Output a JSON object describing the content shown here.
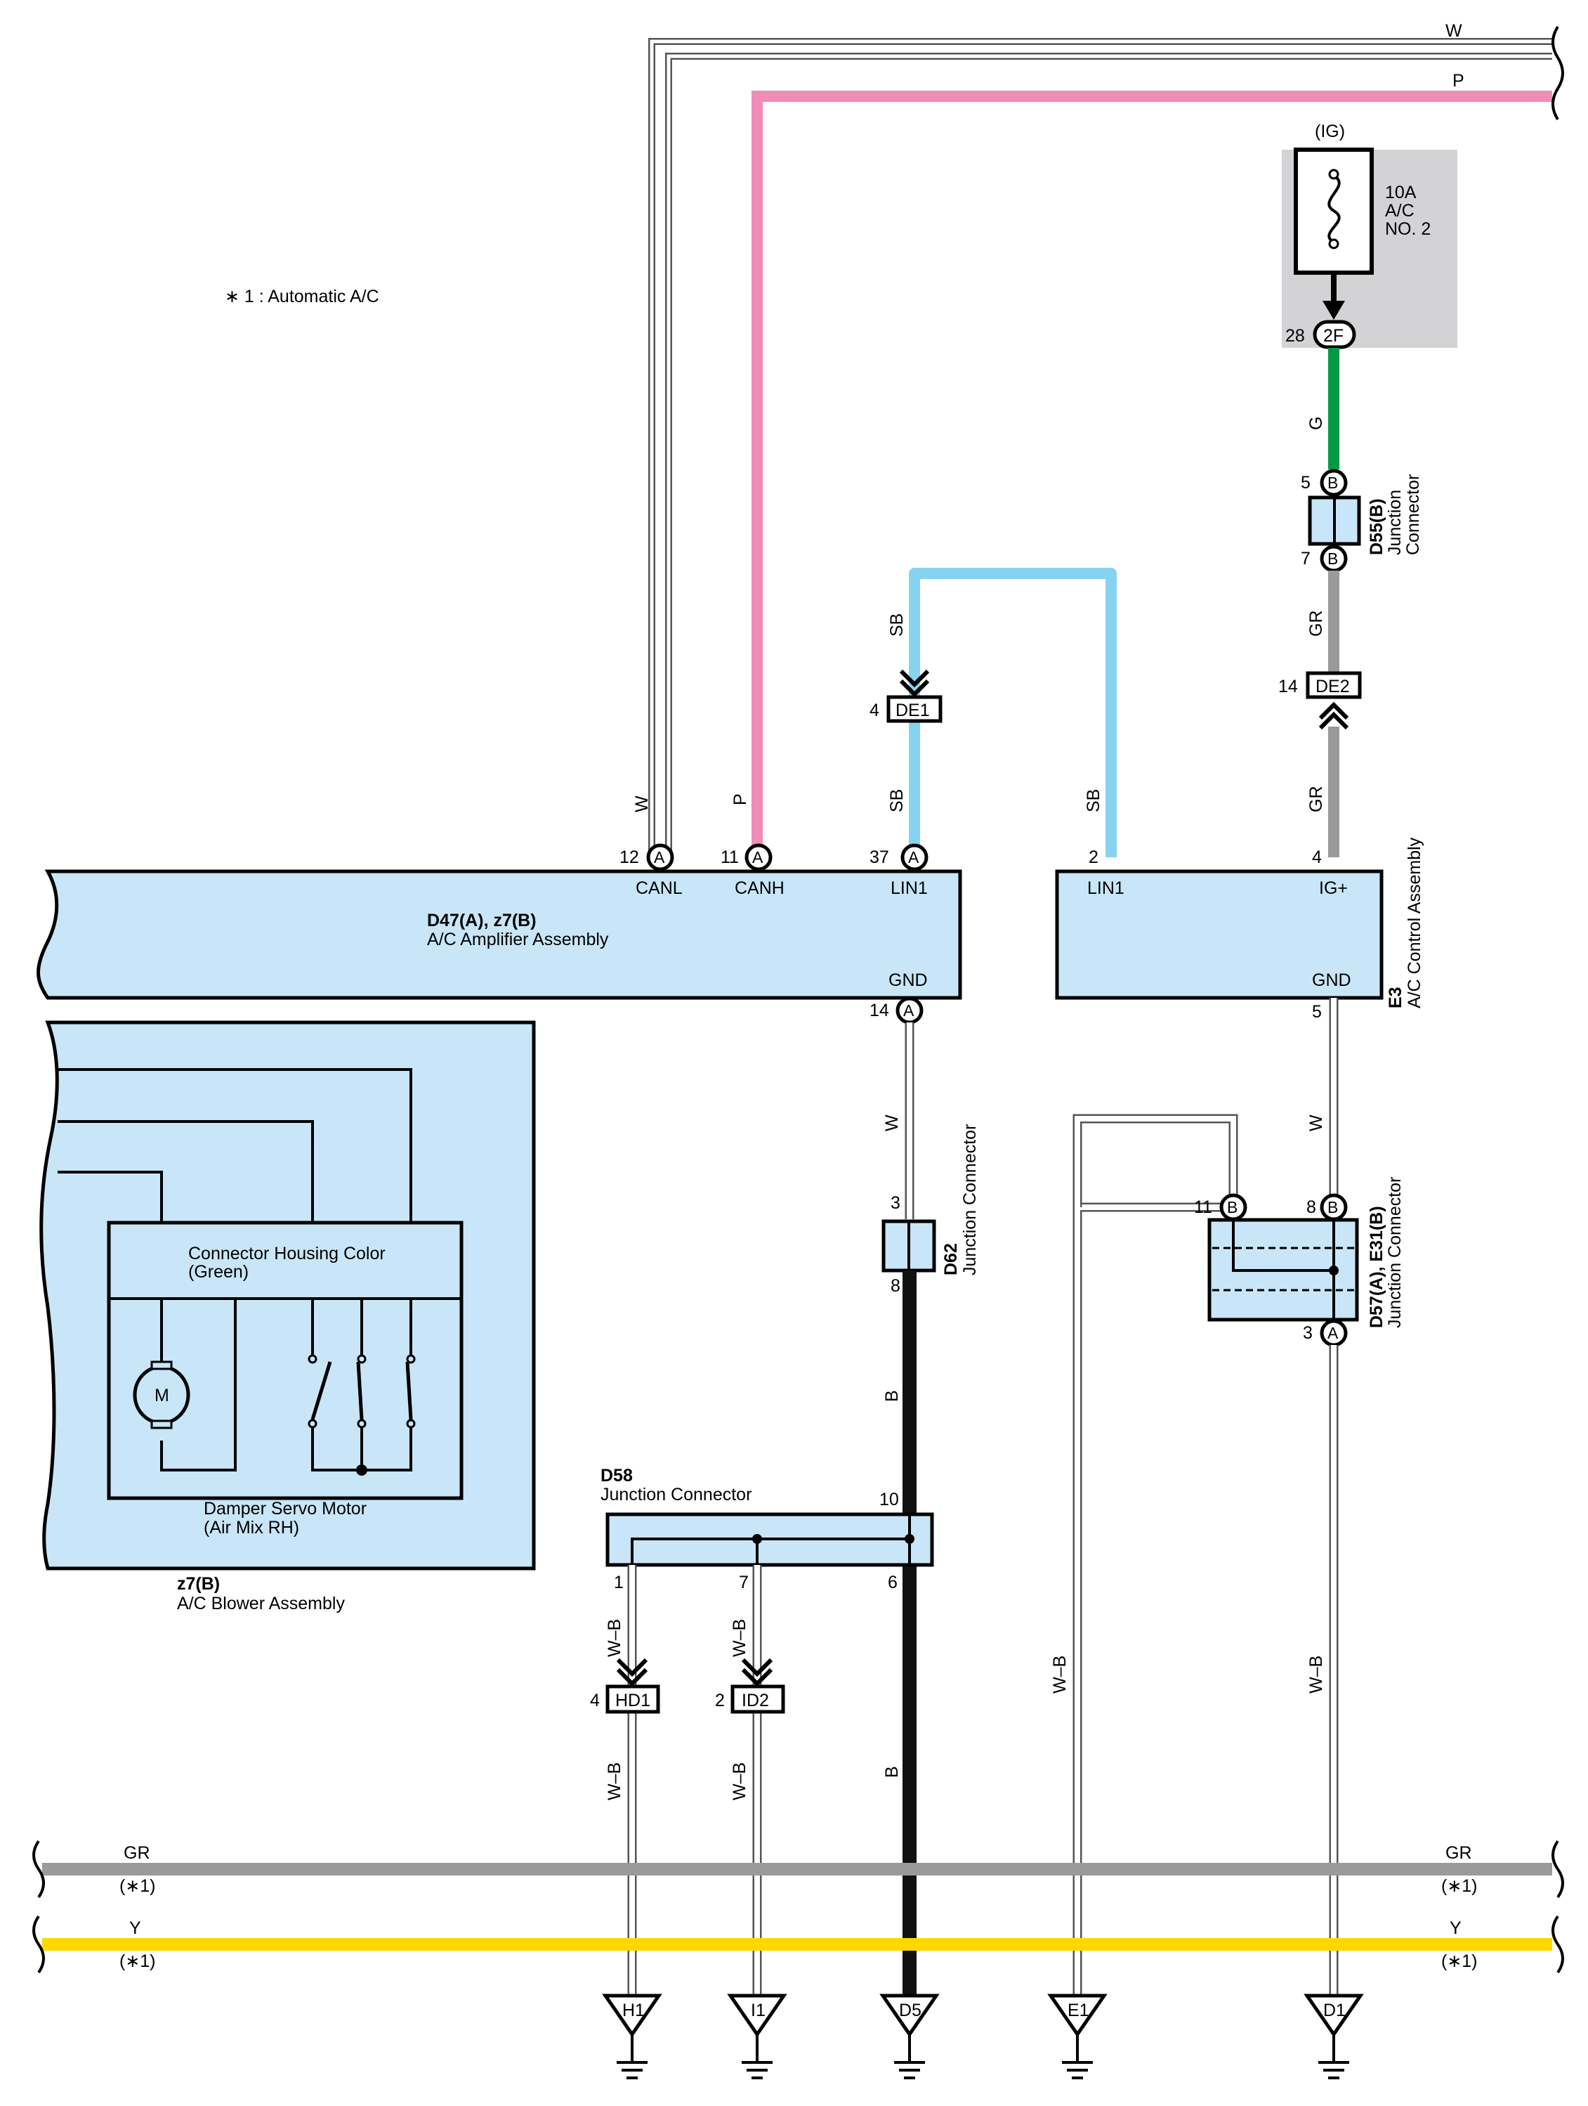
{
  "note": "∗ 1 : Automatic A/C",
  "wire_colors": {
    "W": "#ffffff",
    "P": "#f08cb8",
    "G": "#009a44",
    "GR": "#9a9a9a",
    "SB": "#86d3f0",
    "B": "#111111",
    "WB": "#ffffff",
    "Y": "#ffd800",
    "box_fill": "#c8e6f8",
    "fuse_bg": "#d3d3d6"
  },
  "top_wires": {
    "w": "W",
    "p": "P"
  },
  "fuse": {
    "ig": "(IG)",
    "rating": "10A",
    "name1": "A/C",
    "name2": "NO. 2",
    "pin": "28",
    "connector": "2F"
  },
  "d55": {
    "name": "D55(B)",
    "desc1": "Junction",
    "desc2": "Connector",
    "pin_top": "5",
    "pin_bottom": "7",
    "conn": "B"
  },
  "de2": {
    "name": "DE2",
    "pin": "14"
  },
  "de1": {
    "name": "DE1",
    "pin": "4"
  },
  "wire_labels": {
    "g": "G",
    "gr_upper": "GR",
    "gr_lower": "GR",
    "sb_left_upper": "SB",
    "sb_left_lower": "SB",
    "sb_right": "SB",
    "w_canl": "W",
    "p_canh": "P",
    "w_gnd_a": "W",
    "w_gnd_e3": "W",
    "b_upper": "B",
    "b_lower": "B",
    "wb_hd1_upper": "W–B",
    "wb_hd1_lower": "W–B",
    "wb_id2_upper": "W–B",
    "wb_id2_lower": "W–B",
    "wb_e1": "W–B",
    "wb_d1": "W–B"
  },
  "amp": {
    "name": "D47(A), z7(B)",
    "desc": "A/C Amplifier Assembly",
    "pins": [
      {
        "num": "12",
        "conn": "A",
        "label": "CANL"
      },
      {
        "num": "11",
        "conn": "A",
        "label": "CANH"
      },
      {
        "num": "37",
        "conn": "A",
        "label": "LIN1"
      }
    ],
    "gnd_label": "GND",
    "gnd_pin": "14",
    "gnd_conn": "A"
  },
  "ctrl": {
    "name": "E3",
    "desc": "A/C Control Assembly",
    "lin_pin": "2",
    "lin_label": "LIN1",
    "ig_pin": "4",
    "ig_label": "IG+",
    "gnd_label": "GND",
    "gnd_pin": "5"
  },
  "blower": {
    "name": "z7(B)",
    "desc": "A/C Blower Assembly",
    "housing1": "Connector Housing Color",
    "housing2": "(Green)",
    "motor_symbol": "M",
    "servo1": "Damper Servo Motor",
    "servo2": "(Air Mix RH)"
  },
  "d62": {
    "name": "D62",
    "desc": "Junction Connector",
    "pin_top": "3",
    "pin_bottom": "8"
  },
  "d57": {
    "name": "D57(A), E31(B)",
    "desc": "Junction Connector",
    "pin_b11": "11",
    "pin_b8": "8",
    "pin_a3": "3",
    "conn_b": "B",
    "conn_a": "A"
  },
  "d58": {
    "name": "D58",
    "desc": "Junction Connector",
    "pin_10": "10",
    "pin_1": "1",
    "pin_7": "7",
    "pin_6": "6"
  },
  "hd1": {
    "name": "HD1",
    "pin": "4"
  },
  "id2": {
    "name": "ID2",
    "pin": "2"
  },
  "bus": {
    "gr_label": "GR",
    "gr_note": "(∗1)",
    "y_label": "Y",
    "y_note": "(∗1)"
  },
  "grounds": [
    "H1",
    "I1",
    "D5",
    "E1",
    "D1"
  ]
}
